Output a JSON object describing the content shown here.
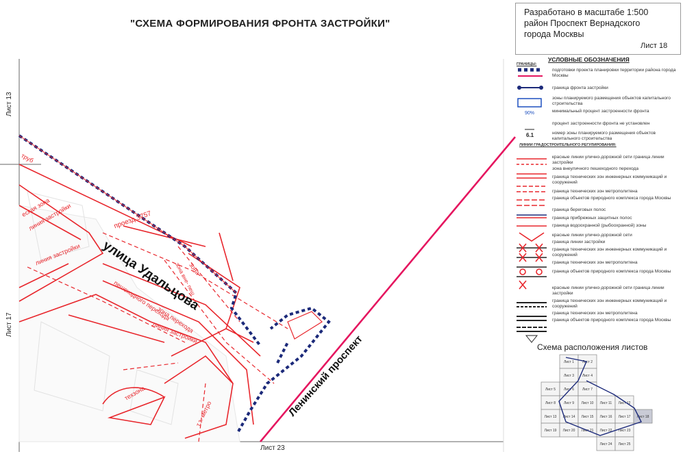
{
  "title": "\"СХЕМА ФОРМИРОВАНИЯ ФРОНТА ЗАСТРОЙКИ\"",
  "info": {
    "line1": "Разработано в масштабе 1:500",
    "line2": "район Проспект Вернадского",
    "line3": "города Москвы"
  },
  "sheet_number": "Лист 18",
  "neighbor_sheets": {
    "top_left": "Лист 13",
    "left": "Лист 17",
    "bottom": "Лист 23"
  },
  "streets": {
    "udaltsova": "улица Удальцова",
    "leninsky": "Ленинский проспект",
    "passage": "проезд 3757"
  },
  "map_labels": {
    "truby": "труб",
    "line1": "линия застройки",
    "line2": "линия застройки",
    "line3": "линия застройки",
    "techzona": "техзона",
    "metro": "т.з. метро",
    "zone": "зона",
    "zone_peh": "зона перехода",
    "peh_perehod": "пешеходного перехода",
    "fragment1": "еская зона",
    "zona2": "зона вне- пеш"
  },
  "legend": {
    "header": "УСЛОВНЫЕ ОБОЗНАЧЕНИЯ",
    "borders": "ГРАНИЦЫ:",
    "items": [
      "подготовки проекта планировки территории района города Москвы",
      "граница фронта застройки",
      "зоны планируемого размещения объектов капитального строительства",
      "минимальный процент застроенности фронта",
      "процент застроенности фронта не установлен",
      "номер зоны планируемого размещения объектов капитального строительства"
    ],
    "pct_sample": "90%",
    "num_sample": "6.1",
    "reg_header": "ЛИНИИ ГРАДОСТРОИТЕЛЬНОГО РЕГУЛИРОВАНИЯ:",
    "reg_items": [
      "красные линии улично-дорожной сети граница линии застройки",
      "зона внеуличного пешеходного перехода",
      "граница технических зон инженерных коммуникаций и сооружений",
      "граница технических зон метрополитена",
      "граница объектов природного комплекса города Москвы",
      "граница береговых полос",
      "граница прибрежных защитных полос",
      "граница водоохранной (рыбоохранной) зоны",
      "красные линии улично-дорожной сети",
      "граница линии застройки",
      "граница технических зон инженерных коммуникаций и сооружений",
      "граница технических зон метрополитена",
      "граница объектов природного комплекса города Москвы",
      "красные линии улично-дорожной сети граница линии застройки",
      "граница технических зон инженерных коммуникаций и сооружений",
      "граница технических зон метрополитена",
      "граница объектов природного комплекса города Москвы"
    ]
  },
  "schema": {
    "title": "Схема расположения листов",
    "cells": [
      "Лист 1",
      "Лист 2",
      "Лист 3",
      "Лист 4",
      "Лист 5",
      "Лист 6",
      "Лист 7",
      "Лист 8",
      "Лист 9",
      "Лист 10",
      "Лист 11",
      "Лист 12",
      "Лист 13",
      "Лист 14",
      "Лист 15",
      "Лист 16",
      "Лист 17",
      "Лист 18",
      "Лист 19",
      "Лист 20",
      "Лист 21",
      "Лист 22",
      "Лист 23",
      "Лист 24",
      "Лист 25"
    ]
  }
}
